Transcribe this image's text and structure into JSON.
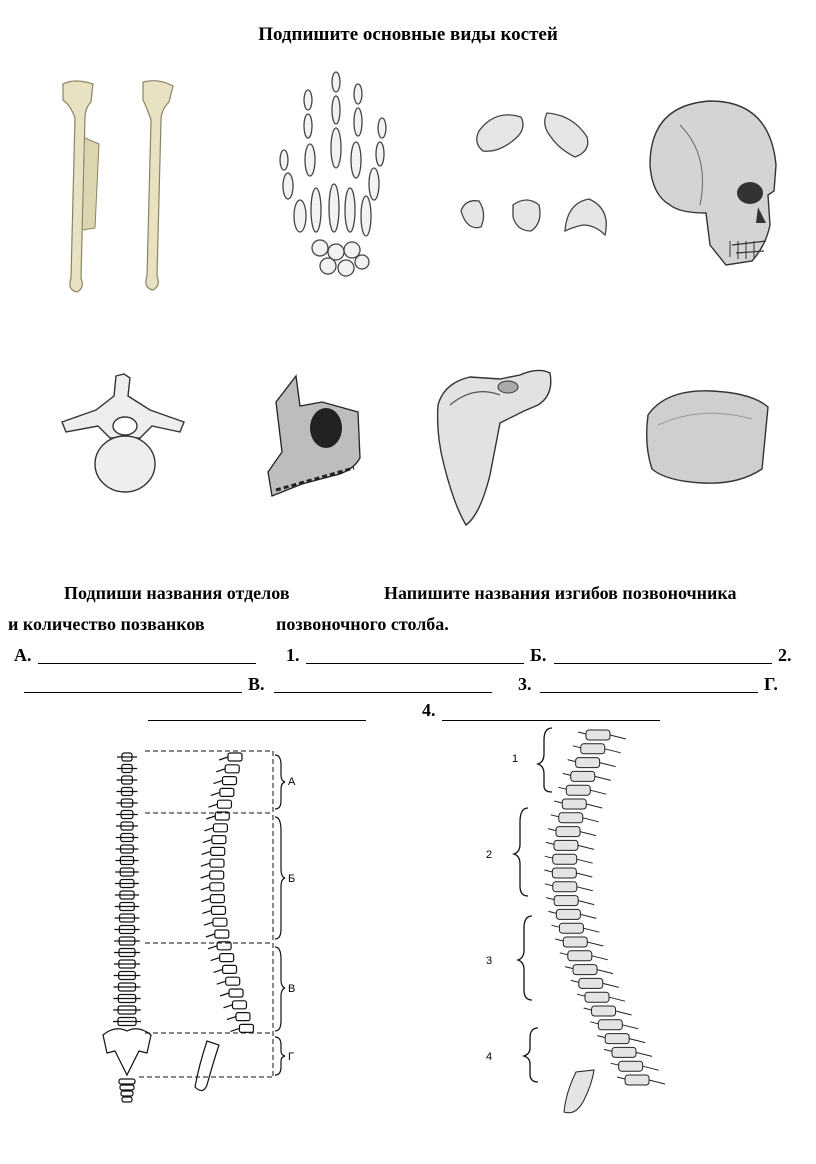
{
  "title": "Подпишите основные виды костей",
  "section_left_line1": "Подпиши названия отделов",
  "section_left_line2": "и количество позванков",
  "section_right_line1": "Напишите названия изгибов позвоночника",
  "section_right_line2": "позвоночного столба.",
  "labels": {
    "a": "А.",
    "b": "Б.",
    "v": "В.",
    "g": "Г.",
    "n1": "1.",
    "n2": "2.",
    "n3": "3.",
    "n4": "4."
  },
  "diagram_left_labels": [
    "А",
    "Б",
    "В",
    "Г"
  ],
  "diagram_right_labels": [
    "1",
    "2",
    "3",
    "4"
  ],
  "icons": [
    "long-bone-icon",
    "hand-skeleton-icon",
    "short-bones-icon",
    "skull-icon",
    "vertebra-icon",
    "maxilla-icon",
    "scapula-icon",
    "skull-cap-icon"
  ]
}
